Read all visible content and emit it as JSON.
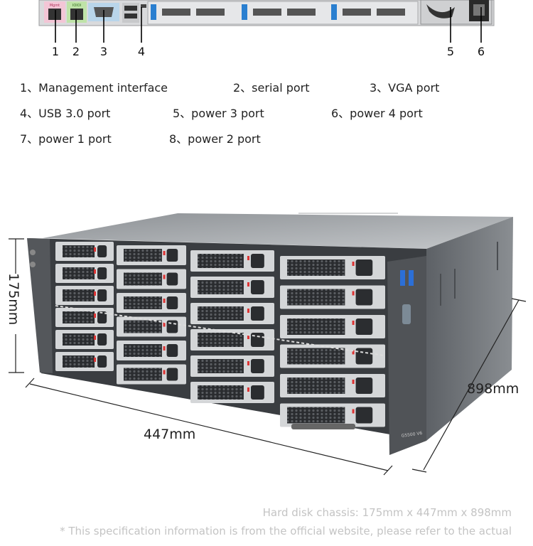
{
  "callouts": [
    "1",
    "2",
    "3",
    "4",
    "5",
    "6"
  ],
  "rear_panel": {
    "port_label_1": "Mgmt",
    "port_label_2": "IOIOI"
  },
  "legend": {
    "row1": [
      "1、Management interface",
      "2、serial port",
      "3、VGA port"
    ],
    "row2": [
      "4、USB 3.0 port",
      "5、power 3 port",
      "6、power 4 port"
    ],
    "row3": [
      "7、power 1 port",
      "8、power 2 port"
    ]
  },
  "dimensions": {
    "height": "175mm",
    "width": "447mm",
    "depth": "898mm"
  },
  "model_label": "G5500 V6",
  "footnotes": {
    "chassis": "Hard disk chassis: 175mm x 447mm x 898mm",
    "disclaimer": "* This specification information is from the official website, please refer to the actual"
  }
}
